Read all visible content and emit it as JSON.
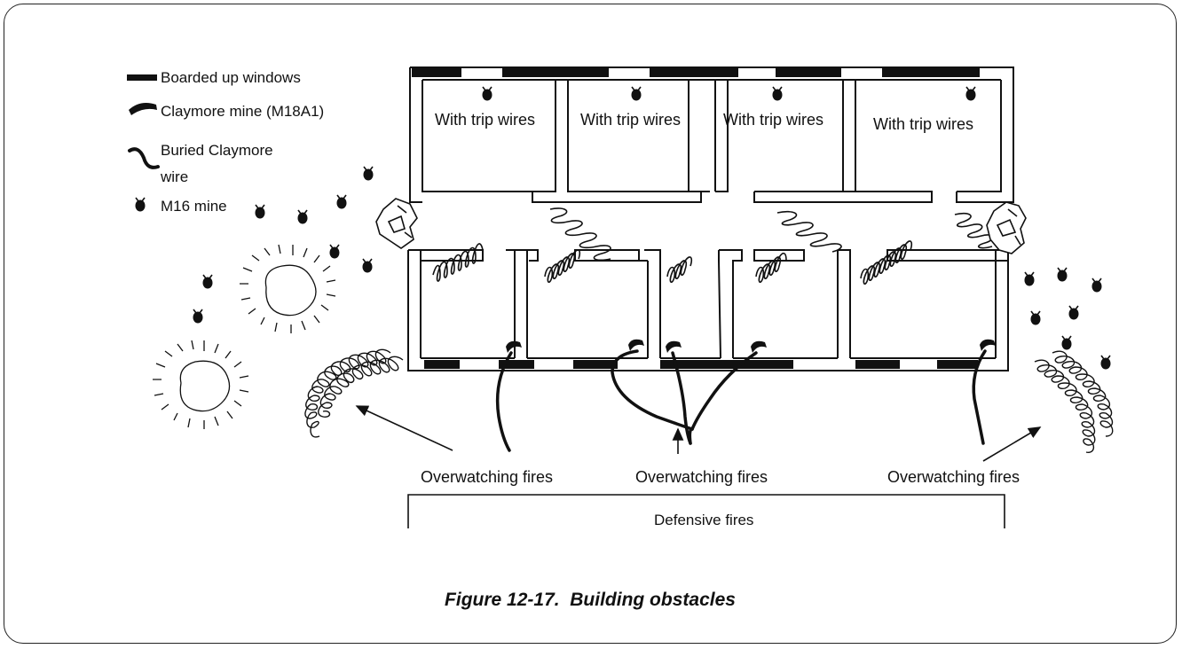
{
  "legend": {
    "boarded_windows": "Boarded up windows",
    "claymore": "Claymore mine (M18A1)",
    "buried_wire_line1": "Buried Claymore",
    "buried_wire_line2": "wire",
    "m16": "M16 mine"
  },
  "rooms": {
    "top_room_label": "With trip wires"
  },
  "labels": {
    "overwatch_left": "Overwatching fires",
    "overwatch_center": "Overwatching fires",
    "overwatch_right": "Overwatching fires",
    "defensive": "Defensive fires"
  },
  "caption": "Figure 12-17.  Building obstacles"
}
